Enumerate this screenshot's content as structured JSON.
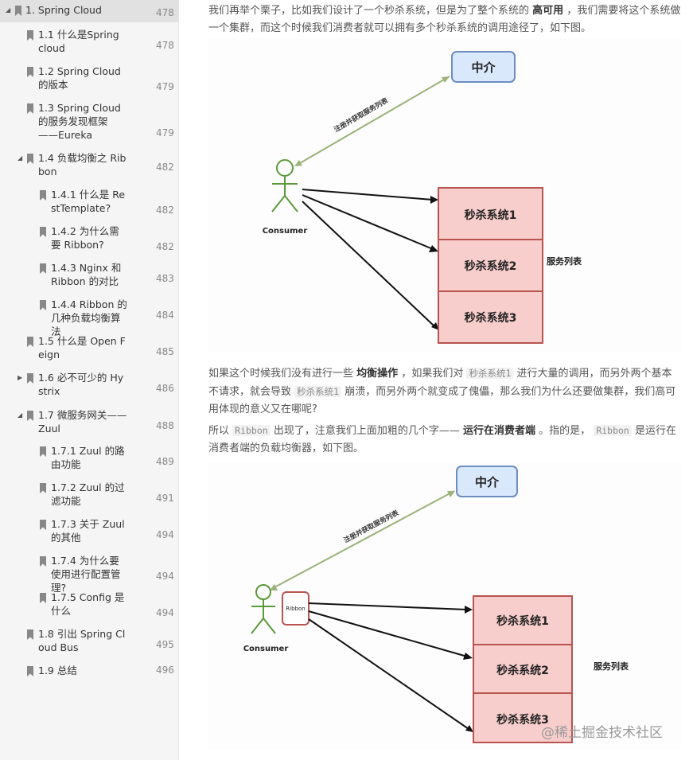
{
  "toc": [
    {
      "label": "1. Spring Cloud",
      "page": "478",
      "level": 0,
      "arrow": "down",
      "selected": true
    },
    {
      "label": "1.1 什么是Spring cloud",
      "page": "478",
      "level": 1
    },
    {
      "label": "1.2 Spring Cloud 的版本",
      "page": "479",
      "level": 1
    },
    {
      "label": "1.3 Spring Cloud 的服务发现框架——Eureka",
      "page": "479",
      "level": 1
    },
    {
      "label": "1.4 负载均衡之 Ribbon",
      "page": "482",
      "level": 1,
      "arrow": "down"
    },
    {
      "label": "1.4.1 什么是 RestTemplate?",
      "page": "482",
      "level": 2
    },
    {
      "label": "1.4.2 为什么需要 Ribbon?",
      "page": "482",
      "level": 2
    },
    {
      "label": "1.4.3 Nginx 和 Ribbon 的对比",
      "page": "483",
      "level": 2
    },
    {
      "label": "1.4.4 Ribbon 的几种负载均衡算法",
      "page": "484",
      "level": 2
    },
    {
      "label": "1.5 什么是 Open Feign",
      "page": "485",
      "level": 1
    },
    {
      "label": "1.6 必不可少的 Hystrix",
      "page": "486",
      "level": 1,
      "arrow": "right"
    },
    {
      "label": "1.7 微服务网关——Zuul",
      "page": "488",
      "level": 1,
      "arrow": "down"
    },
    {
      "label": "1.7.1 Zuul 的路由功能",
      "page": "489",
      "level": 2
    },
    {
      "label": "1.7.2 Zuul 的过滤功能",
      "page": "491",
      "level": 2
    },
    {
      "label": "1.7.3 关于 Zuul 的其他",
      "page": "494",
      "level": 2
    },
    {
      "label": "1.7.4 为什么要使用进行配置管理?",
      "page": "494",
      "level": 2
    },
    {
      "label": "1.7.5 Config 是什么",
      "page": "494",
      "level": 2
    },
    {
      "label": "1.8 引出 Spring Cloud Bus",
      "page": "495",
      "level": 1
    },
    {
      "label": "1.9 总结",
      "page": "496",
      "level": 1
    }
  ],
  "p1": {
    "a": "我们再举个栗子，比如我们设计了一个秒杀系统，但是为了整个系统的",
    "b": "高可用",
    "c": "，我们需要将这个系统做一个集群，而这个时候我们消费者就可以拥有多个秒杀系统的调用途径了，如下图。"
  },
  "p2": {
    "a": "如果这个时候我们没有进行一些",
    "b": "均衡操作",
    "c": "，如果我们对",
    "code1": "秒杀系统1",
    "d": "进行大量的调用，而另外两个基本不请求，就会导致",
    "code2": "秒杀系统1",
    "e": "崩溃，而另外两个就变成了傀儡，那么我们为什么还要做集群，我们高可用体现的意义又在哪呢?"
  },
  "p3": {
    "a": "所以",
    "code1": "Ribbon",
    "b": "出现了，注意我们上面加粗的几个字——",
    "bold": "运行在消费者端",
    "c": "。指的是，",
    "code2": "Ribbon",
    "d": "是运行在消费者端的负载均衡器，如下图。"
  },
  "diagram1": {
    "broker": "中介",
    "edge_label": "注册并获取服务列表",
    "consumer": "Consumer",
    "services": [
      "秒杀系统1",
      "秒杀系统2",
      "秒杀系统3"
    ],
    "service_list_label": "服务列表"
  },
  "diagram2": {
    "broker": "中介",
    "edge_label": "注册并获取服务列表",
    "consumer": "Consumer",
    "ribbon": "Ribbon",
    "services": [
      "秒杀系统1",
      "秒杀系统2",
      "秒杀系统3"
    ],
    "service_list_label": "服务列表"
  },
  "watermark": "@稀土掘金技术社区",
  "colors": {
    "broker_fill": "#dae8fc",
    "broker_stroke": "#6c8ebf",
    "service_fill": "#f8cecc",
    "service_stroke": "#b85450",
    "edge_green": "#9bb27a",
    "person_green": "#5a9a3a"
  }
}
